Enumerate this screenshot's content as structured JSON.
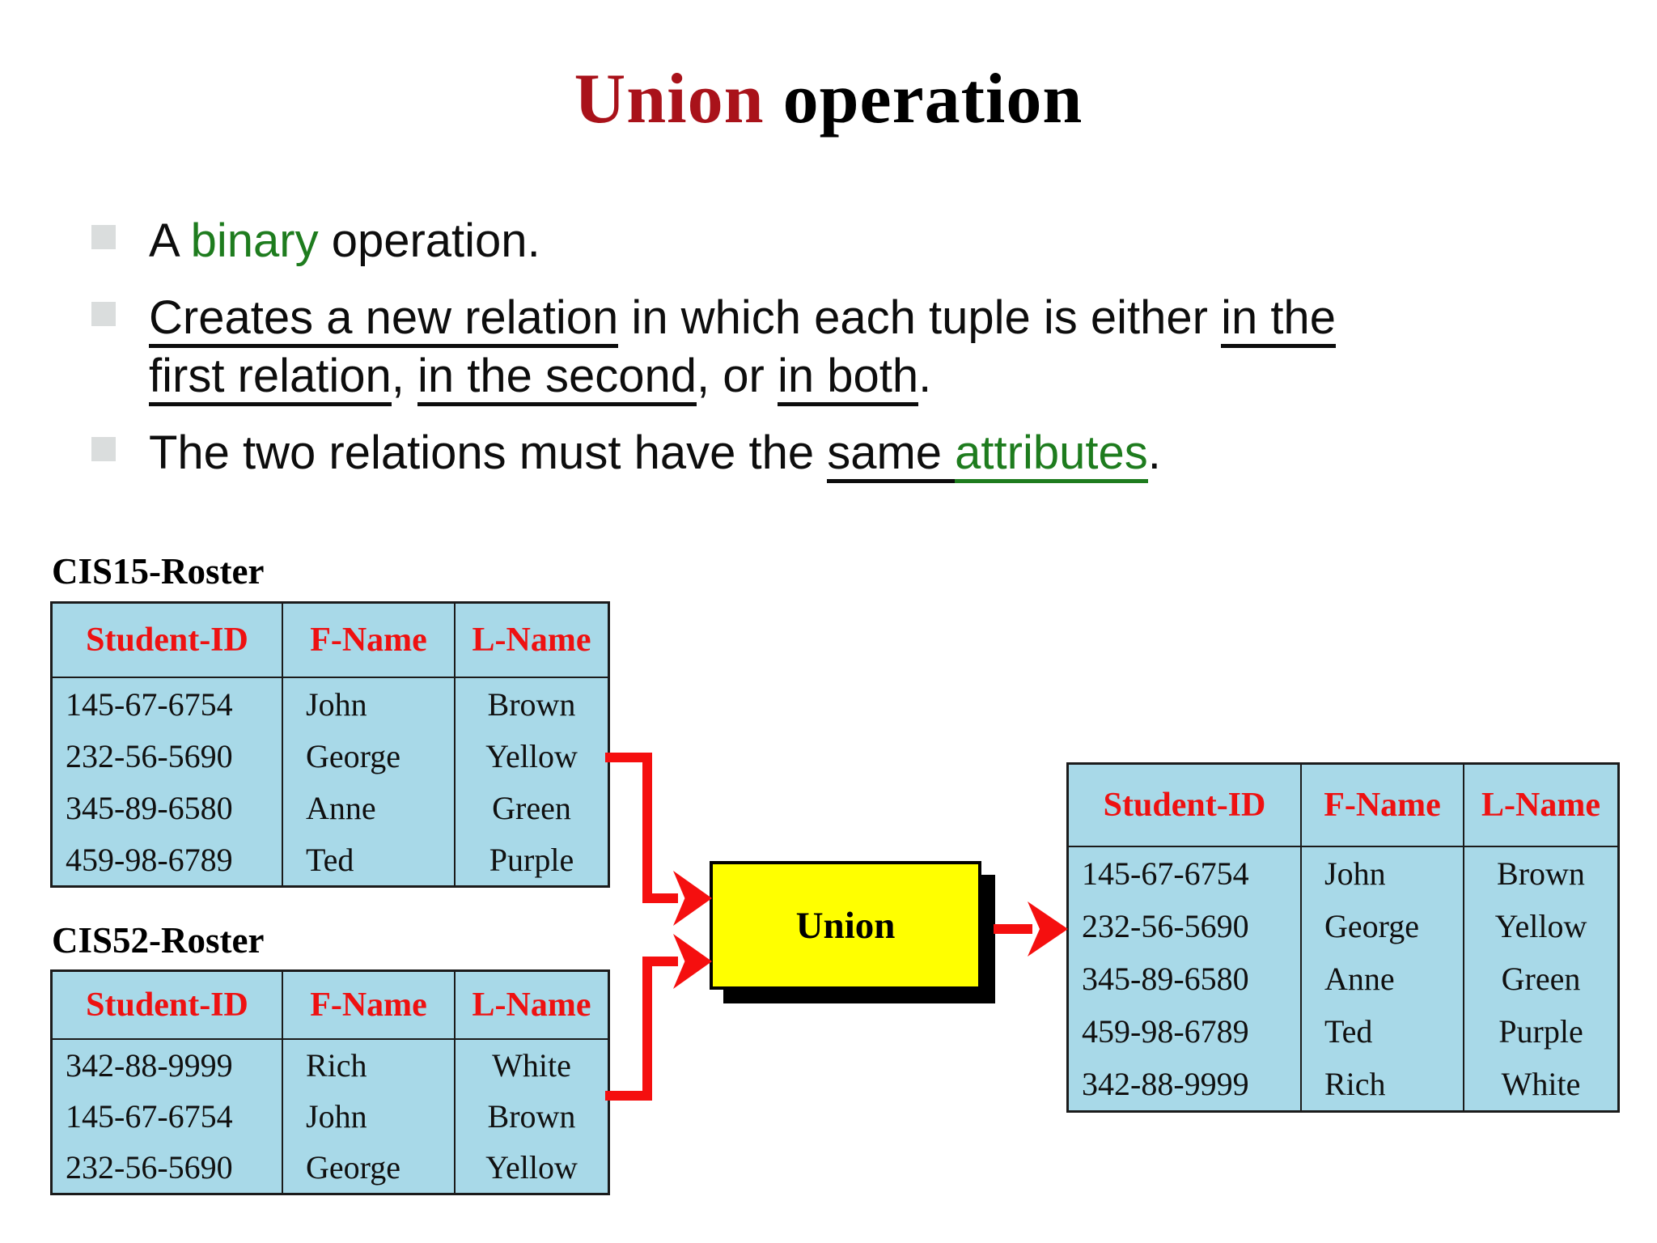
{
  "title": {
    "highlight": "Union",
    "rest": " operation"
  },
  "bullets": [
    {
      "segments": [
        {
          "t": "A "
        },
        {
          "t": "binary",
          "c": "green"
        },
        {
          "t": " operation."
        }
      ]
    },
    {
      "segments": [
        {
          "t": "Creates a new relation",
          "u": true
        },
        {
          "t": " in which each tuple is either "
        },
        {
          "t": "in the",
          "u": true
        },
        {
          "br": true
        },
        {
          "t": "first relation",
          "u": true
        },
        {
          "t": ", "
        },
        {
          "t": "in the second",
          "u": true
        },
        {
          "t": ", or "
        },
        {
          "t": "in both",
          "u": true
        },
        {
          "t": "."
        }
      ]
    },
    {
      "segments": [
        {
          "t": "The two relations must have the "
        },
        {
          "t": "same ",
          "u": true
        },
        {
          "t": "attributes",
          "u": true,
          "c": "green"
        },
        {
          "t": "."
        }
      ]
    }
  ],
  "table_cis15": {
    "title": "CIS15-Roster",
    "headers": [
      "Student-ID",
      "F-Name",
      "L-Name"
    ],
    "rows": [
      [
        "145-67-6754",
        "John",
        "Brown"
      ],
      [
        "232-56-5690",
        "George",
        "Yellow"
      ],
      [
        "345-89-6580",
        "Anne",
        "Green"
      ],
      [
        "459-98-6789",
        "Ted",
        "Purple"
      ]
    ]
  },
  "table_cis52": {
    "title": "CIS52-Roster",
    "headers": [
      "Student-ID",
      "F-Name",
      "L-Name"
    ],
    "rows": [
      [
        "342-88-9999",
        "Rich",
        "White"
      ],
      [
        "145-67-6754",
        "John",
        "Brown"
      ],
      [
        "232-56-5690",
        "George",
        "Yellow"
      ]
    ]
  },
  "table_result": {
    "headers": [
      "Student-ID",
      "F-Name",
      "L-Name"
    ],
    "rows": [
      [
        "145-67-6754",
        "John",
        "Brown"
      ],
      [
        "232-56-5690",
        "George",
        "Yellow"
      ],
      [
        "345-89-6580",
        "Anne",
        "Green"
      ],
      [
        "459-98-6789",
        "Ted",
        "Purple"
      ],
      [
        "342-88-9999",
        "Rich",
        "White"
      ]
    ]
  },
  "union_box": {
    "label": "Union"
  },
  "colors": {
    "title_red": "#A9121A",
    "header_red": "#EE1111",
    "green": "#1E7C1E",
    "table_bg": "#A8D9E8",
    "arrow_red": "#F50F0F",
    "box_yellow": "#FFFF00",
    "bullet_gray": "#DADDDD"
  }
}
